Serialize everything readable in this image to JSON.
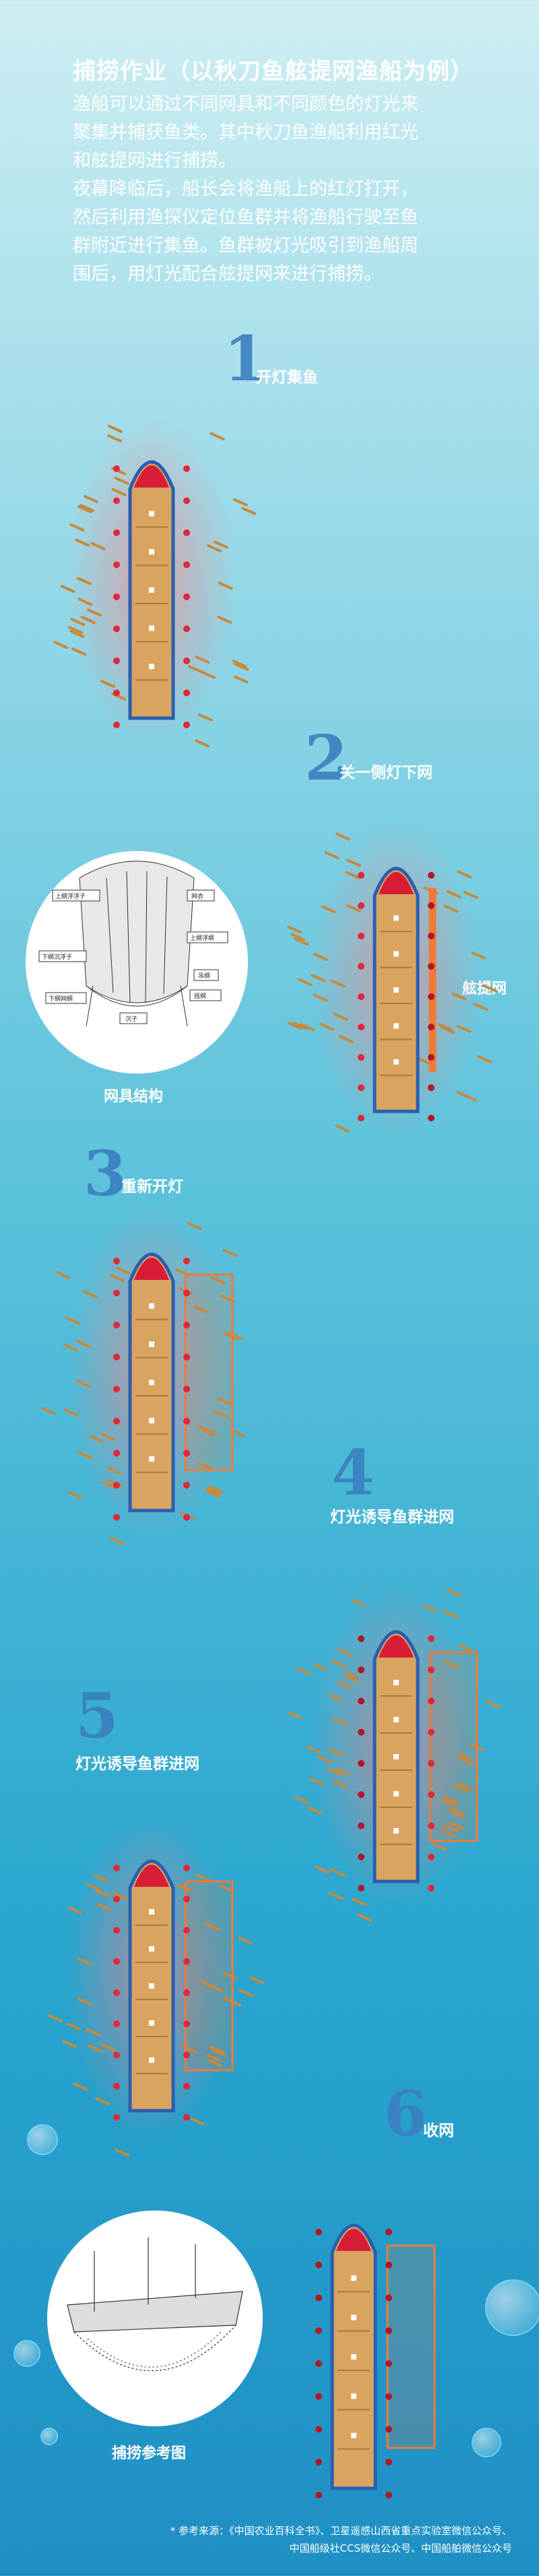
{
  "title": "捕捞作业（以秋刀鱼舷提网渔船为例）",
  "intro": [
    "渔船可以通过不同网具和不同颜色的灯光来",
    "聚集并捕获鱼类。其中秋刀鱼渔船利用红光",
    "和舷提网进行捕捞。",
    "夜幕降临后，船长会将渔船上的红灯打开，",
    "然后利用渔探仪定位鱼群并将渔船行驶至鱼",
    "群附近进行集鱼。鱼群被灯光吸引到渔船周",
    "围后，用灯光配合舷提网来进行捕捞。"
  ],
  "steps": [
    {
      "num": "1",
      "label": "开灯集鱼"
    },
    {
      "num": "2",
      "label": "关一侧灯下网"
    },
    {
      "num": "3",
      "label": "重新开灯"
    },
    {
      "num": "4",
      "label": "灯光诱导鱼群进网"
    },
    {
      "num": "5",
      "label": "灯光诱导鱼群进网"
    },
    {
      "num": "6",
      "label": "收网"
    }
  ],
  "net_side_label": "舷提网",
  "diagram_net": {
    "caption": "网具结构",
    "labels": [
      "上纲浮浮子",
      "网衣",
      "上纲浮纲",
      "下纲沉浮子",
      "下纲网纲",
      "沉子",
      "吊纲",
      "括纲"
    ]
  },
  "diagram_catch": {
    "caption": "捕捞参考图"
  },
  "footnote": [
    "* 参考来源：《中国农业百科全书》、卫星遥感山西省重点实验室微信公众号、",
    "中国船级社CCS微信公众号、中国船舶微信公众号"
  ],
  "colors": {
    "hull": "#d8a45f",
    "bow": "#d81e36",
    "outline": "#2a5fb0",
    "lamp": "#e0283a",
    "net": "#f07a3a"
  }
}
